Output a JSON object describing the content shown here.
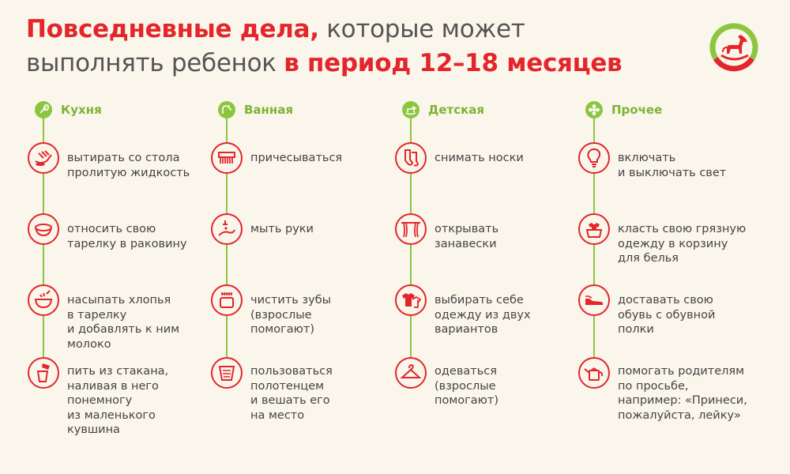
{
  "title": {
    "highlight1": "Повседневные дела,",
    "text1": " которые может",
    "text2": "выполнять ребенок ",
    "highlight2": "в период 12–18 месяцев"
  },
  "columns": [
    {
      "title": "Кухня",
      "items": [
        "вытирать со стола\nпролитую жидкость",
        "относить свою\nтарелку в раковину",
        "насыпать хлопья\nв тарелку\nи добавлять к ним\nмолоко",
        "пить из стакана,\nналивая в него\nпонемногу\nиз маленького\nкувшина"
      ]
    },
    {
      "title": "Ванная",
      "items": [
        "причесываться",
        "мыть руки",
        "чистить зубы\n(взрослые\nпомогают)",
        "пользоваться\nполотенцем\nи вешать его\nна место"
      ]
    },
    {
      "title": "Детская",
      "items": [
        "снимать носки",
        "открывать\nзанавески",
        "выбирать себе\nодежду из двух\nвариантов",
        "одеваться\n(взрослые\nпомогают)"
      ]
    },
    {
      "title": "Прочее",
      "items": [
        "включать\nи выключать свет",
        "класть свою грязную\nодежду в корзину\nдля белья",
        "доставать свою\nобувь с обувной\nполки",
        "помогать родителям\nпо просьбе,\nнапример: «Принеси,\nпожалуйста, лейку»"
      ]
    }
  ],
  "colors": {
    "accent_red": "#e3262b",
    "accent_green": "#8cc63f",
    "background": "#fbf6ec"
  }
}
